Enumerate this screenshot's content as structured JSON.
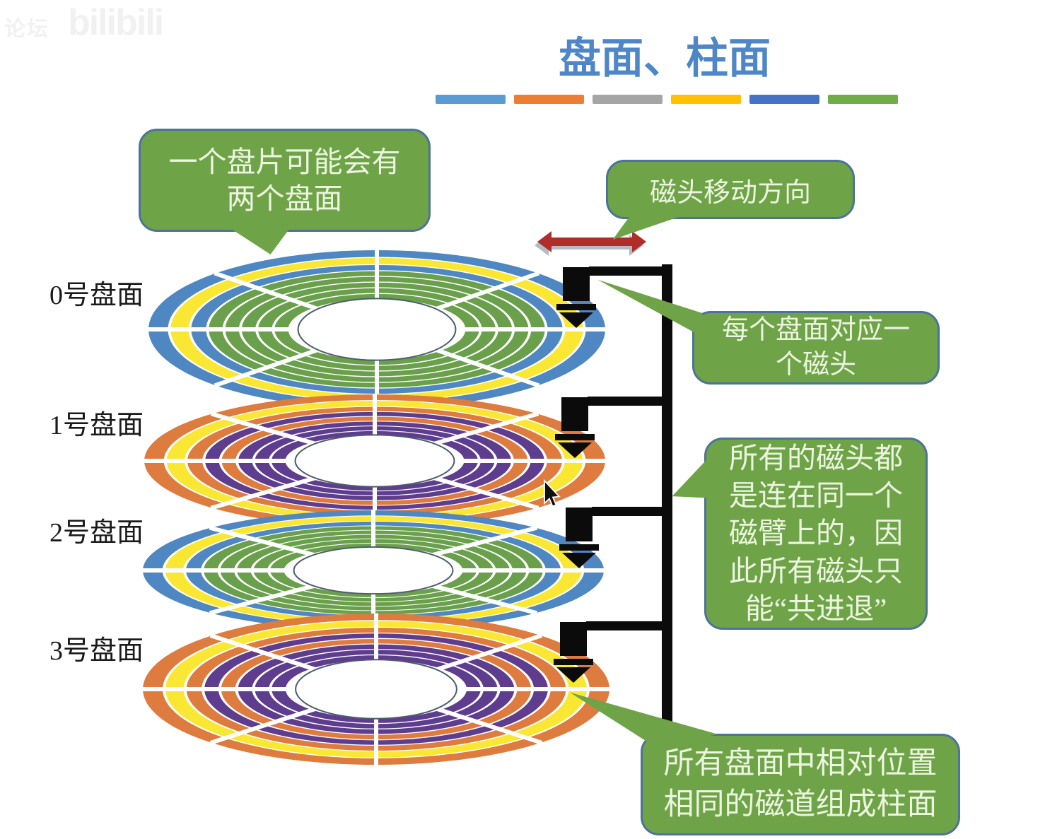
{
  "watermark": {
    "prefix": "论坛",
    "brand": "bilibili"
  },
  "title": "盘面、柱面",
  "divider_colors": [
    "#5B9BD5",
    "#ED7D31",
    "#A5A5A5",
    "#FFC000",
    "#4472C4",
    "#70AD47"
  ],
  "palette": {
    "title_blue": "#4E86C7",
    "bubble_green": "#6FA348",
    "bubble_border": "#4C7398",
    "bubble_text": "#ECF5DF",
    "track_blue": "#4E87C1",
    "track_yellow": "#FAE733",
    "track_green": "#6AA04C",
    "track_orange": "#DE7B3E",
    "track_purple": "#5E3D8F",
    "arm_black": "#0B0B0B",
    "arrow_red": "#B02E2A",
    "label_black": "#1A1A1A"
  },
  "disk_schemes": {
    "cool": [
      "track_blue",
      "track_yellow",
      "track_blue",
      "track_green",
      "track_green",
      "track_green",
      "track_green",
      "track_green"
    ],
    "warm": [
      "track_orange",
      "track_yellow",
      "track_orange",
      "track_purple",
      "track_orange",
      "track_purple",
      "track_purple",
      "track_purple"
    ]
  },
  "disks": [
    {
      "label": "0号盘面",
      "scheme": "cool"
    },
    {
      "label": "1号盘面",
      "scheme": "warm"
    },
    {
      "label": "2号盘面",
      "scheme": "cool"
    },
    {
      "label": "3号盘面",
      "scheme": "warm"
    }
  ],
  "callouts": {
    "platter_note": "一个盘片可能会有\n两个盘面",
    "head_direction": "磁头移动方向",
    "head_per_surface": "每个盘面对应一\n个磁头",
    "same_arm": "所有的磁头都\n是连在同一个\n磁臂上的，因\n此所有磁头只\n能“共进退”",
    "cylinder": "所有盘面中相对位置\n相同的磁道组成柱面"
  }
}
